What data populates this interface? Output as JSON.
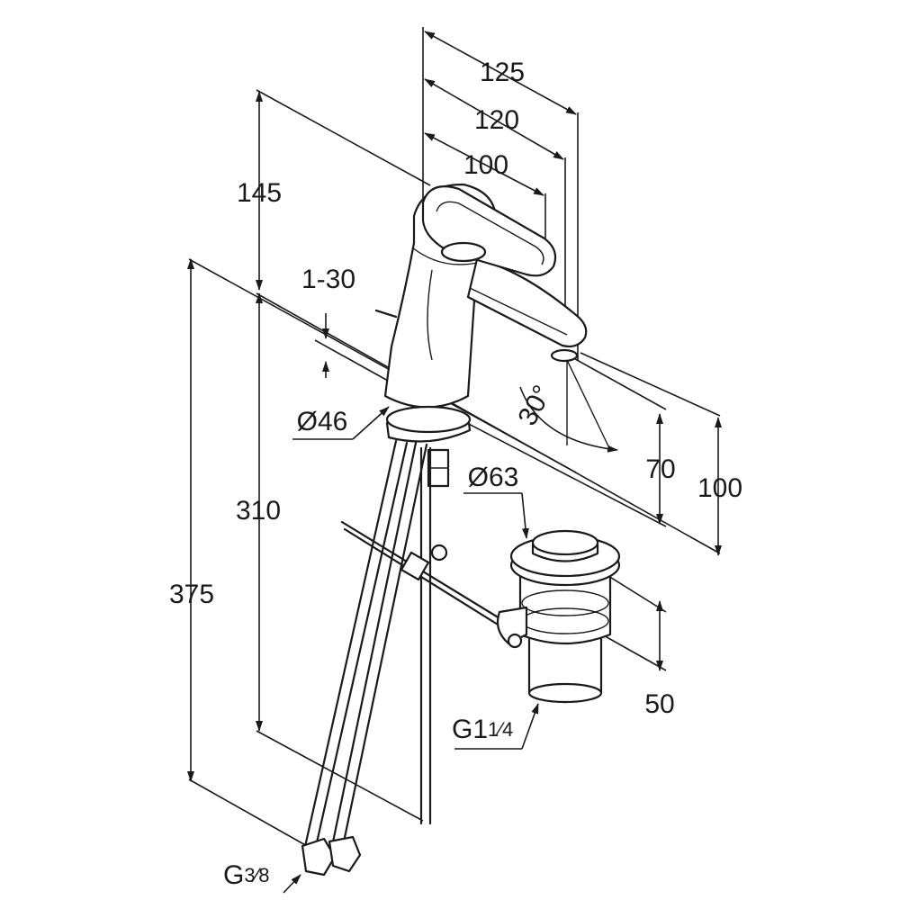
{
  "dimensions": {
    "width_total": "125",
    "width_mid": "120",
    "width_spout": "100",
    "height_top": "145",
    "height_body": "310",
    "height_overall": "375",
    "deck_thickness": "1-30",
    "base_diameter": "Ø46",
    "spray_angle": "30°",
    "spout_height": "70",
    "outlet_height": "100",
    "waste_diameter": "Ø63",
    "waste_height": "50"
  },
  "threads": {
    "hose_connection_main": "G",
    "hose_connection_frac": "3⁄8",
    "waste_thread_main": "G1",
    "waste_thread_frac": "1⁄4"
  }
}
